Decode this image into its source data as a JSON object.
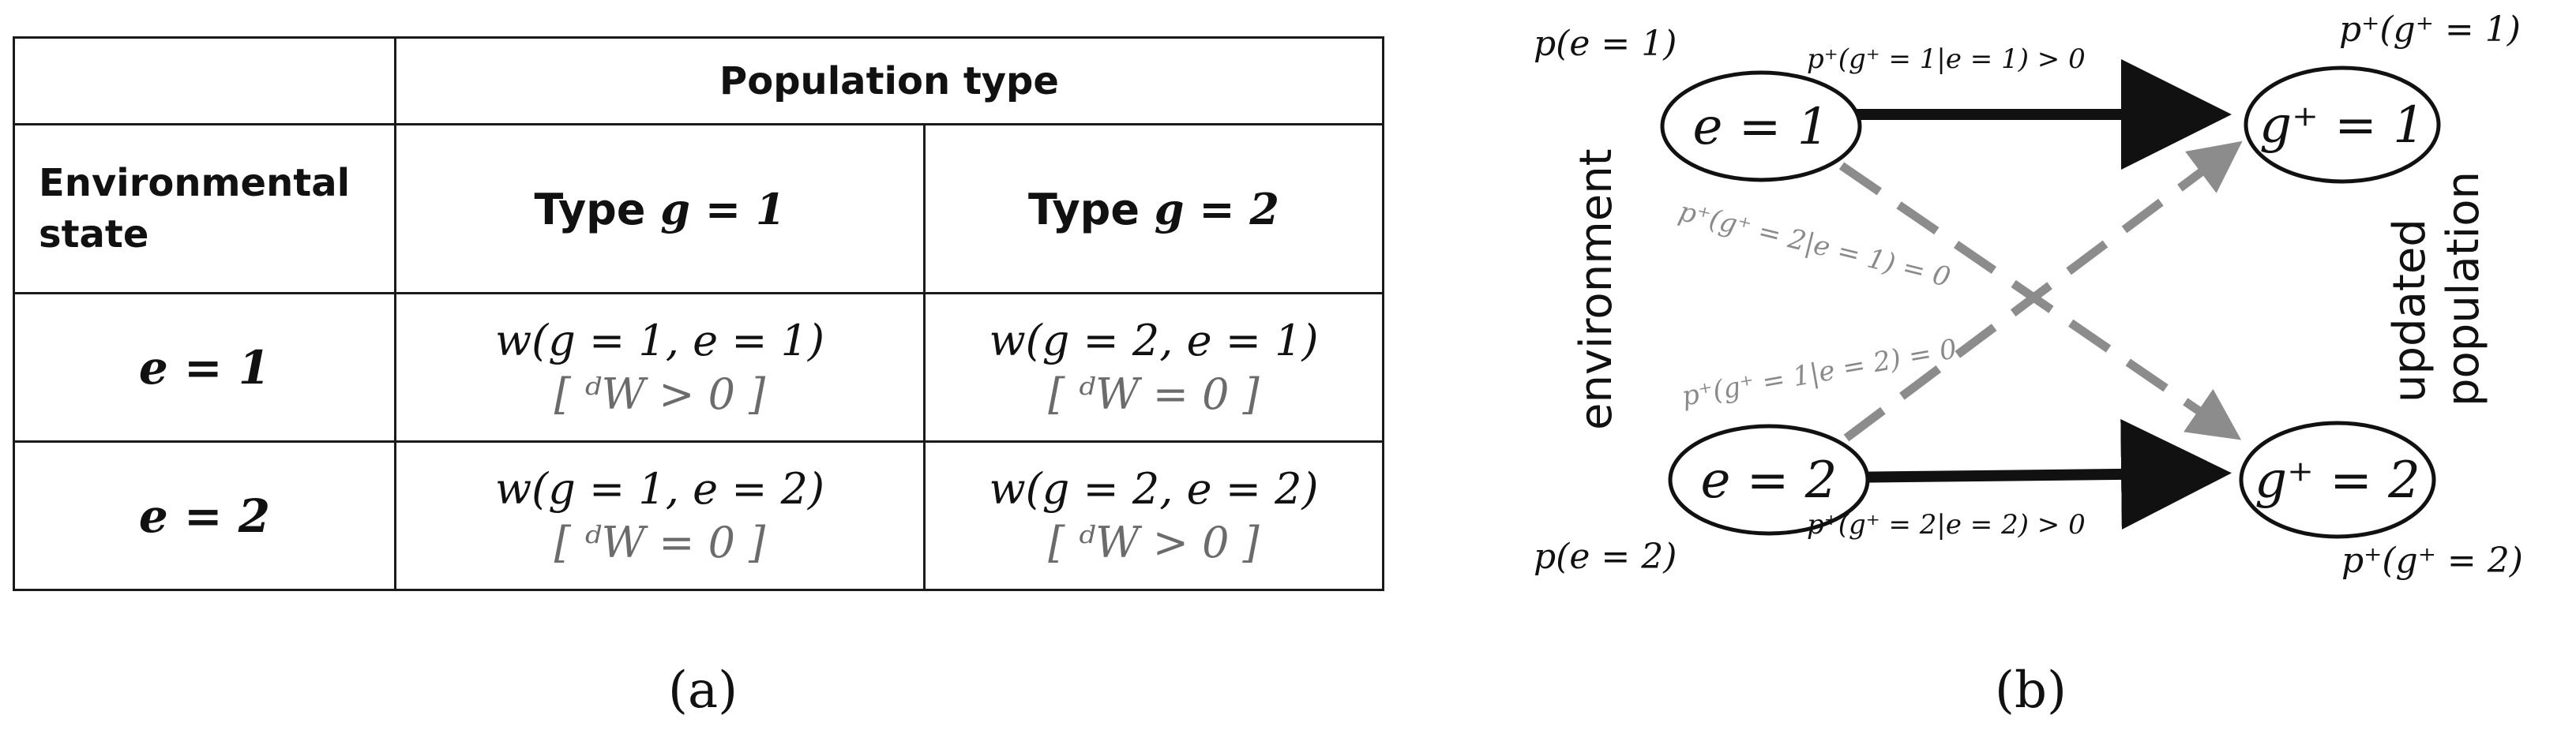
{
  "panel_a": {
    "caption": "(a)",
    "corner": "",
    "population_type_header": "Population type",
    "environmental_state_header_line1": "Environmental",
    "environmental_state_header_line2": "state",
    "type_prefix": "Type ",
    "type_1_math": "g = 1",
    "type_2_math": "g = 2",
    "rows": [
      {
        "state": "e = 1",
        "cells": [
          {
            "fitness": "w(g = 1, e = 1)",
            "note": "[ ᵈW > 0 ]"
          },
          {
            "fitness": "w(g = 2, e = 1)",
            "note": "[ ᵈW = 0 ]"
          }
        ]
      },
      {
        "state": "e = 2",
        "cells": [
          {
            "fitness": "w(g = 1, e = 2)",
            "note": "[ ᵈW = 0 ]"
          },
          {
            "fitness": "w(g = 2, e = 2)",
            "note": "[ ᵈW > 0 ]"
          }
        ]
      }
    ]
  },
  "panel_b": {
    "caption": "(b)",
    "left_axis_label": "environment",
    "right_axis_label_line1": "updated",
    "right_axis_label_line2": "population",
    "nodes": {
      "e1": "e = 1",
      "e2": "e = 2",
      "g1": "g⁺ = 1",
      "g2": "g⁺ = 2"
    },
    "probabilities": {
      "p_e1": "p(e = 1)",
      "p_e2": "p(e = 2)",
      "p_g1": "p⁺(g⁺ = 1)",
      "p_g2": "p⁺(g⁺ = 2)"
    },
    "transitions": {
      "e1_to_g1": "p⁺(g⁺ = 1|e = 1) > 0",
      "e2_to_g2": "p⁺(g⁺ = 2|e = 2) > 0",
      "e1_to_g2": "p⁺(g⁺ = 2|e = 1) = 0",
      "e2_to_g1": "p⁺(g⁺ = 1|e = 2) = 0"
    },
    "colors": {
      "solid_arrow": "#111111",
      "dashed_arrow": "#8c8c8c",
      "dashed_label": "#8a8a8a"
    }
  }
}
